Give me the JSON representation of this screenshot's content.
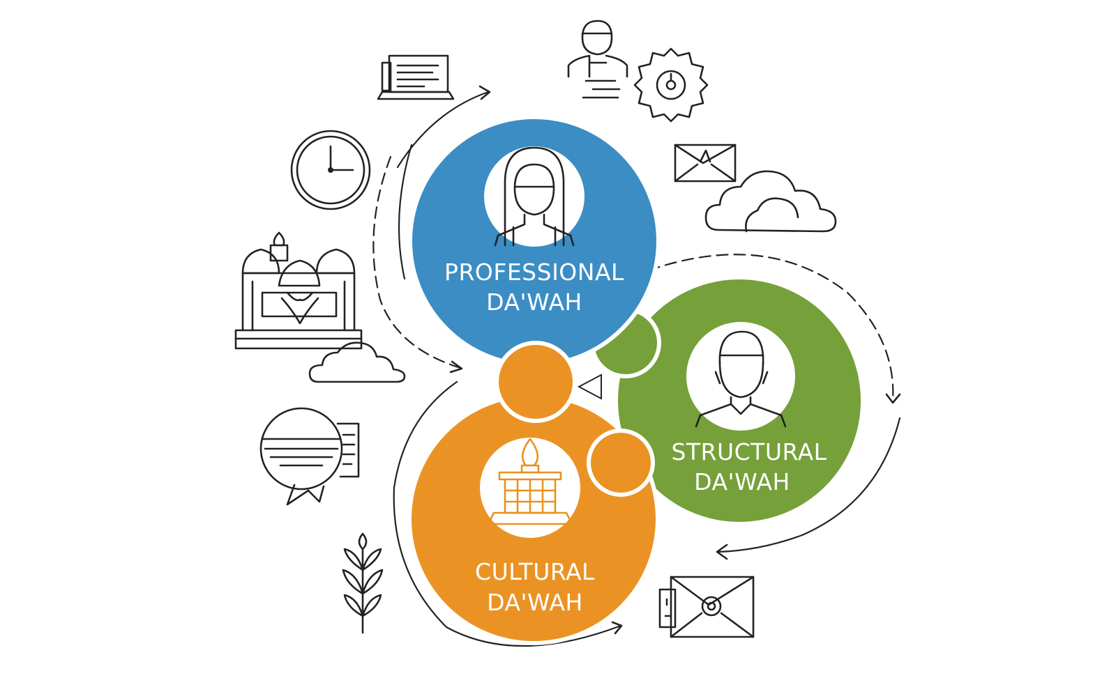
{
  "colors": {
    "professional": "#3b8dc4",
    "structural": "#76a03a",
    "cultural": "#ea9324",
    "outline": "#222222"
  },
  "nodes": [
    {
      "id": "professional",
      "line1": "PROFESSIONAL",
      "line2": "DA'WAH",
      "icon": "woman-avatar-icon"
    },
    {
      "id": "structural",
      "line1": "STRUCTURAL",
      "line2": "DA'WAH",
      "icon": "man-avatar-icon"
    },
    {
      "id": "cultural",
      "line1": "CULTURAL",
      "line2": "DA'WAH",
      "icon": "building-lamp-icon"
    }
  ],
  "decorative_icons": [
    "laptop-document-icon",
    "person-icon",
    "gear-icon",
    "clock-icon",
    "envelope-icon",
    "cloud-icon",
    "mosque-icon",
    "speech-bubble-icon",
    "plant-icon",
    "mail-package-icon"
  ]
}
